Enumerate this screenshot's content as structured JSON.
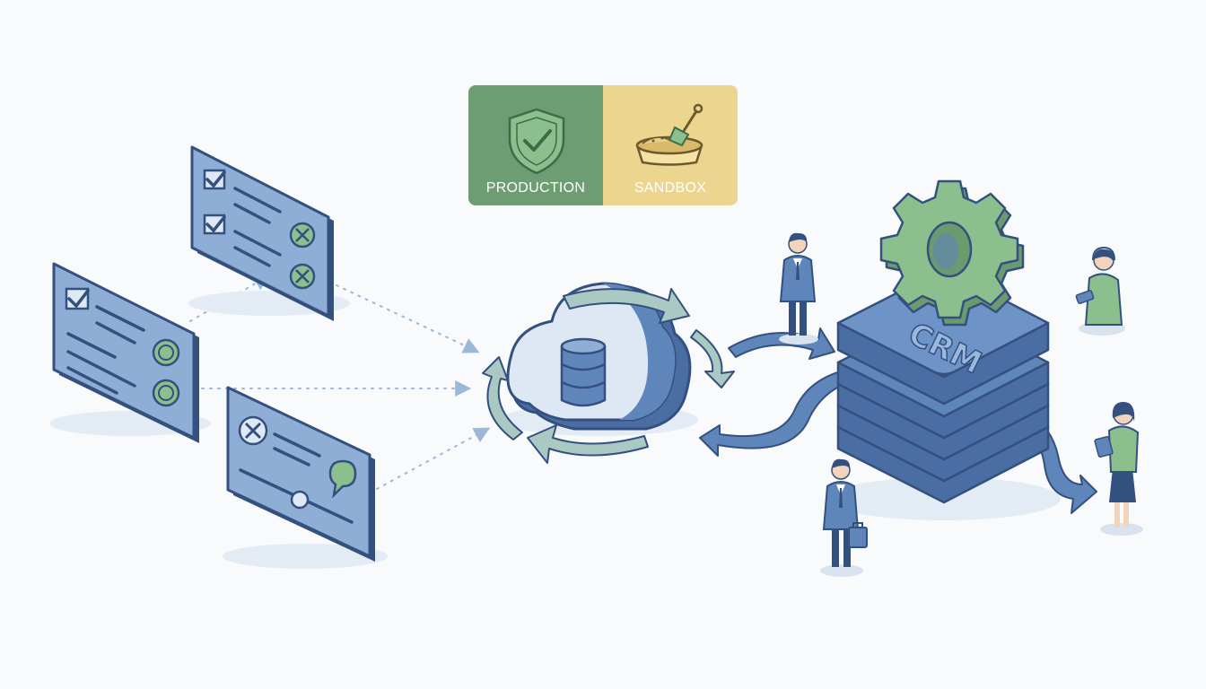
{
  "environments": {
    "production": {
      "label": "PRODUCTION",
      "color": "#6e9c73",
      "icon": "shield-check-icon"
    },
    "sandbox": {
      "label": "SANDBOX",
      "color": "#ecd58e",
      "icon": "sandbox-shovel-icon"
    }
  },
  "crm": {
    "label": "CRM"
  },
  "colors": {
    "outline": "#34507f",
    "blue": "#5f86bb",
    "blue_light": "#8eaed6",
    "blue_dark": "#4a6ea4",
    "green": "#8cbf8e",
    "teal_arrow": "#a9c9c2"
  },
  "forms": [
    {
      "name": "checklist-form-top",
      "rows": 2,
      "status": "failed"
    },
    {
      "name": "checklist-form-left",
      "rows": 2,
      "status": "passed"
    },
    {
      "name": "slider-form-bottom",
      "rows": 2,
      "status": "comment"
    }
  ],
  "people": [
    {
      "name": "businessman-standing"
    },
    {
      "name": "businessman-with-briefcase"
    },
    {
      "name": "support-agent-headset"
    },
    {
      "name": "woman-with-tablet"
    }
  ]
}
